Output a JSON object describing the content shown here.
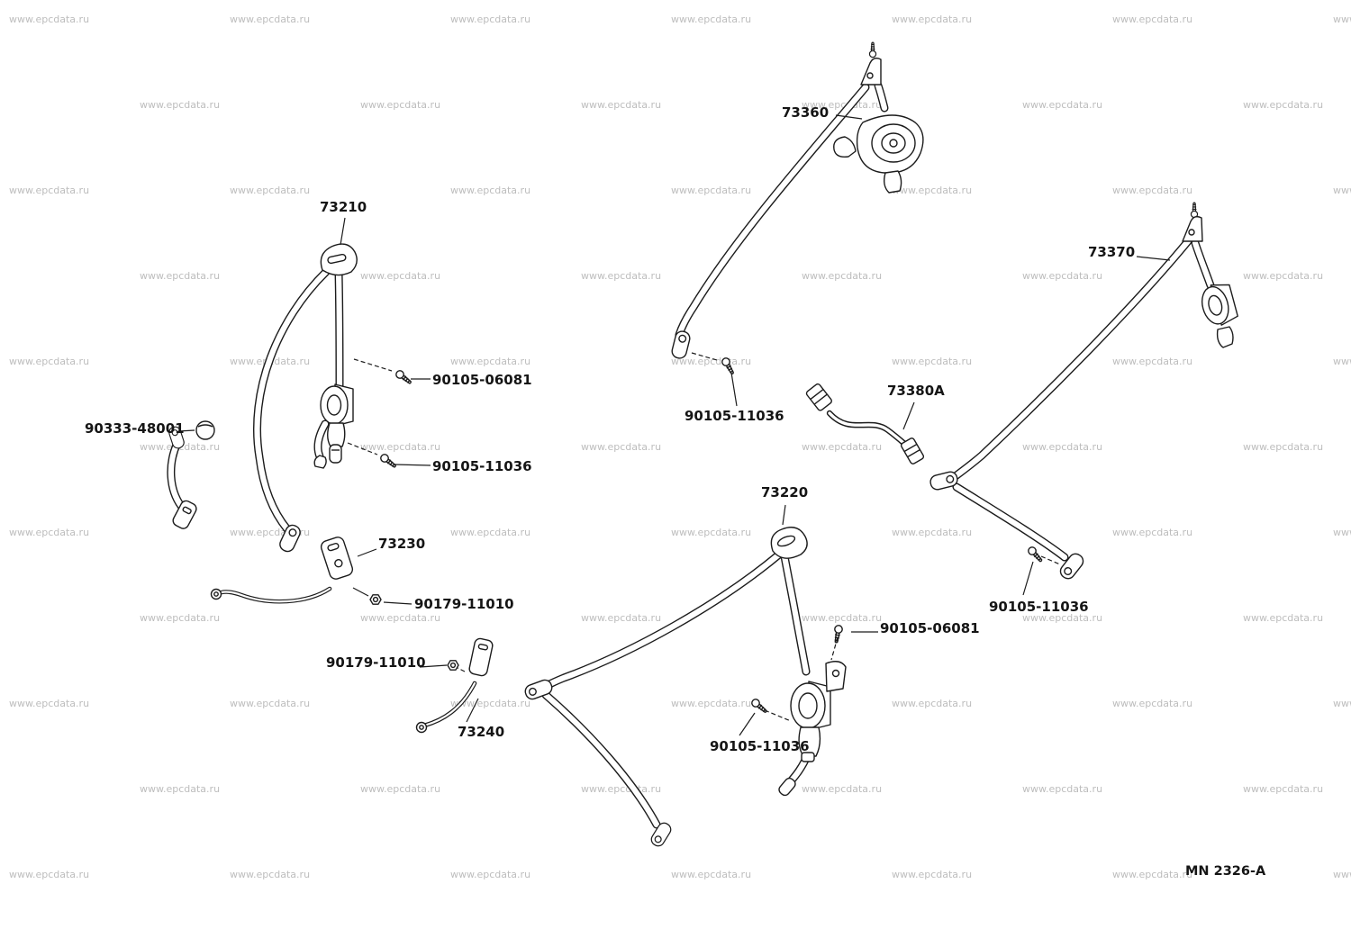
{
  "watermark": {
    "text": "www.epcdata.ru"
  },
  "diagram": {
    "labels": {
      "p73210": "73210",
      "p73220": "73220",
      "p73230": "73230",
      "p73240": "73240",
      "p73360": "73360",
      "p73370": "73370",
      "p73380a": "73380A",
      "grommet": "90333-48001",
      "bolt_06081": "90105-06081",
      "bolt_11036": "90105-11036",
      "nut_11010": "90179-11010"
    },
    "footer_code": "MN 2326-A"
  }
}
